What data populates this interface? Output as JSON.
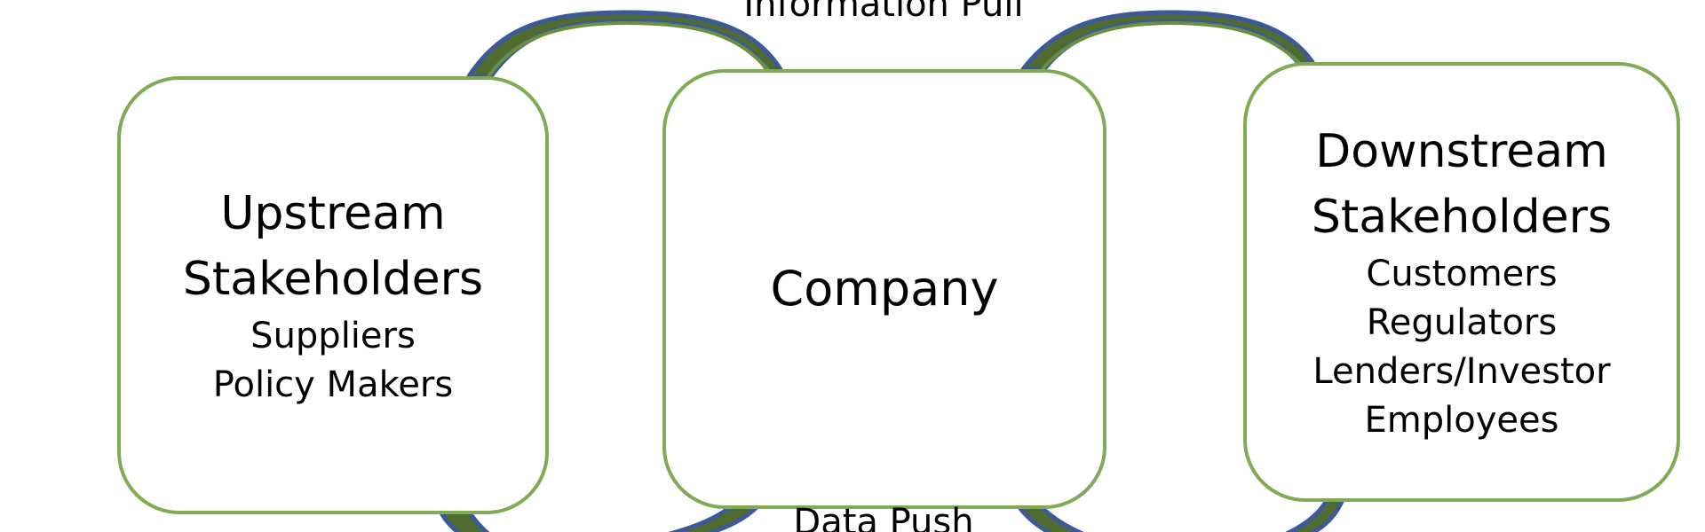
{
  "flows": {
    "top_label": "Information Pull",
    "bottom_label": "Data Push"
  },
  "upstream": {
    "title_line1": "Upstream",
    "title_line2": "Stakeholders",
    "items": [
      "Suppliers",
      "Policy Makers"
    ]
  },
  "company": {
    "title": "Company"
  },
  "downstream": {
    "title_line1": "Downstream",
    "title_line2": "Stakeholders",
    "items": [
      "Customers",
      "Regulators",
      "Lenders/Investor",
      "Employees"
    ]
  },
  "colors": {
    "box_border": "#7fab55",
    "arrow_fill": "#4f6b2f",
    "arrow_outline": "#3d5a98",
    "arrow_highlight": "#6a8f3f"
  }
}
